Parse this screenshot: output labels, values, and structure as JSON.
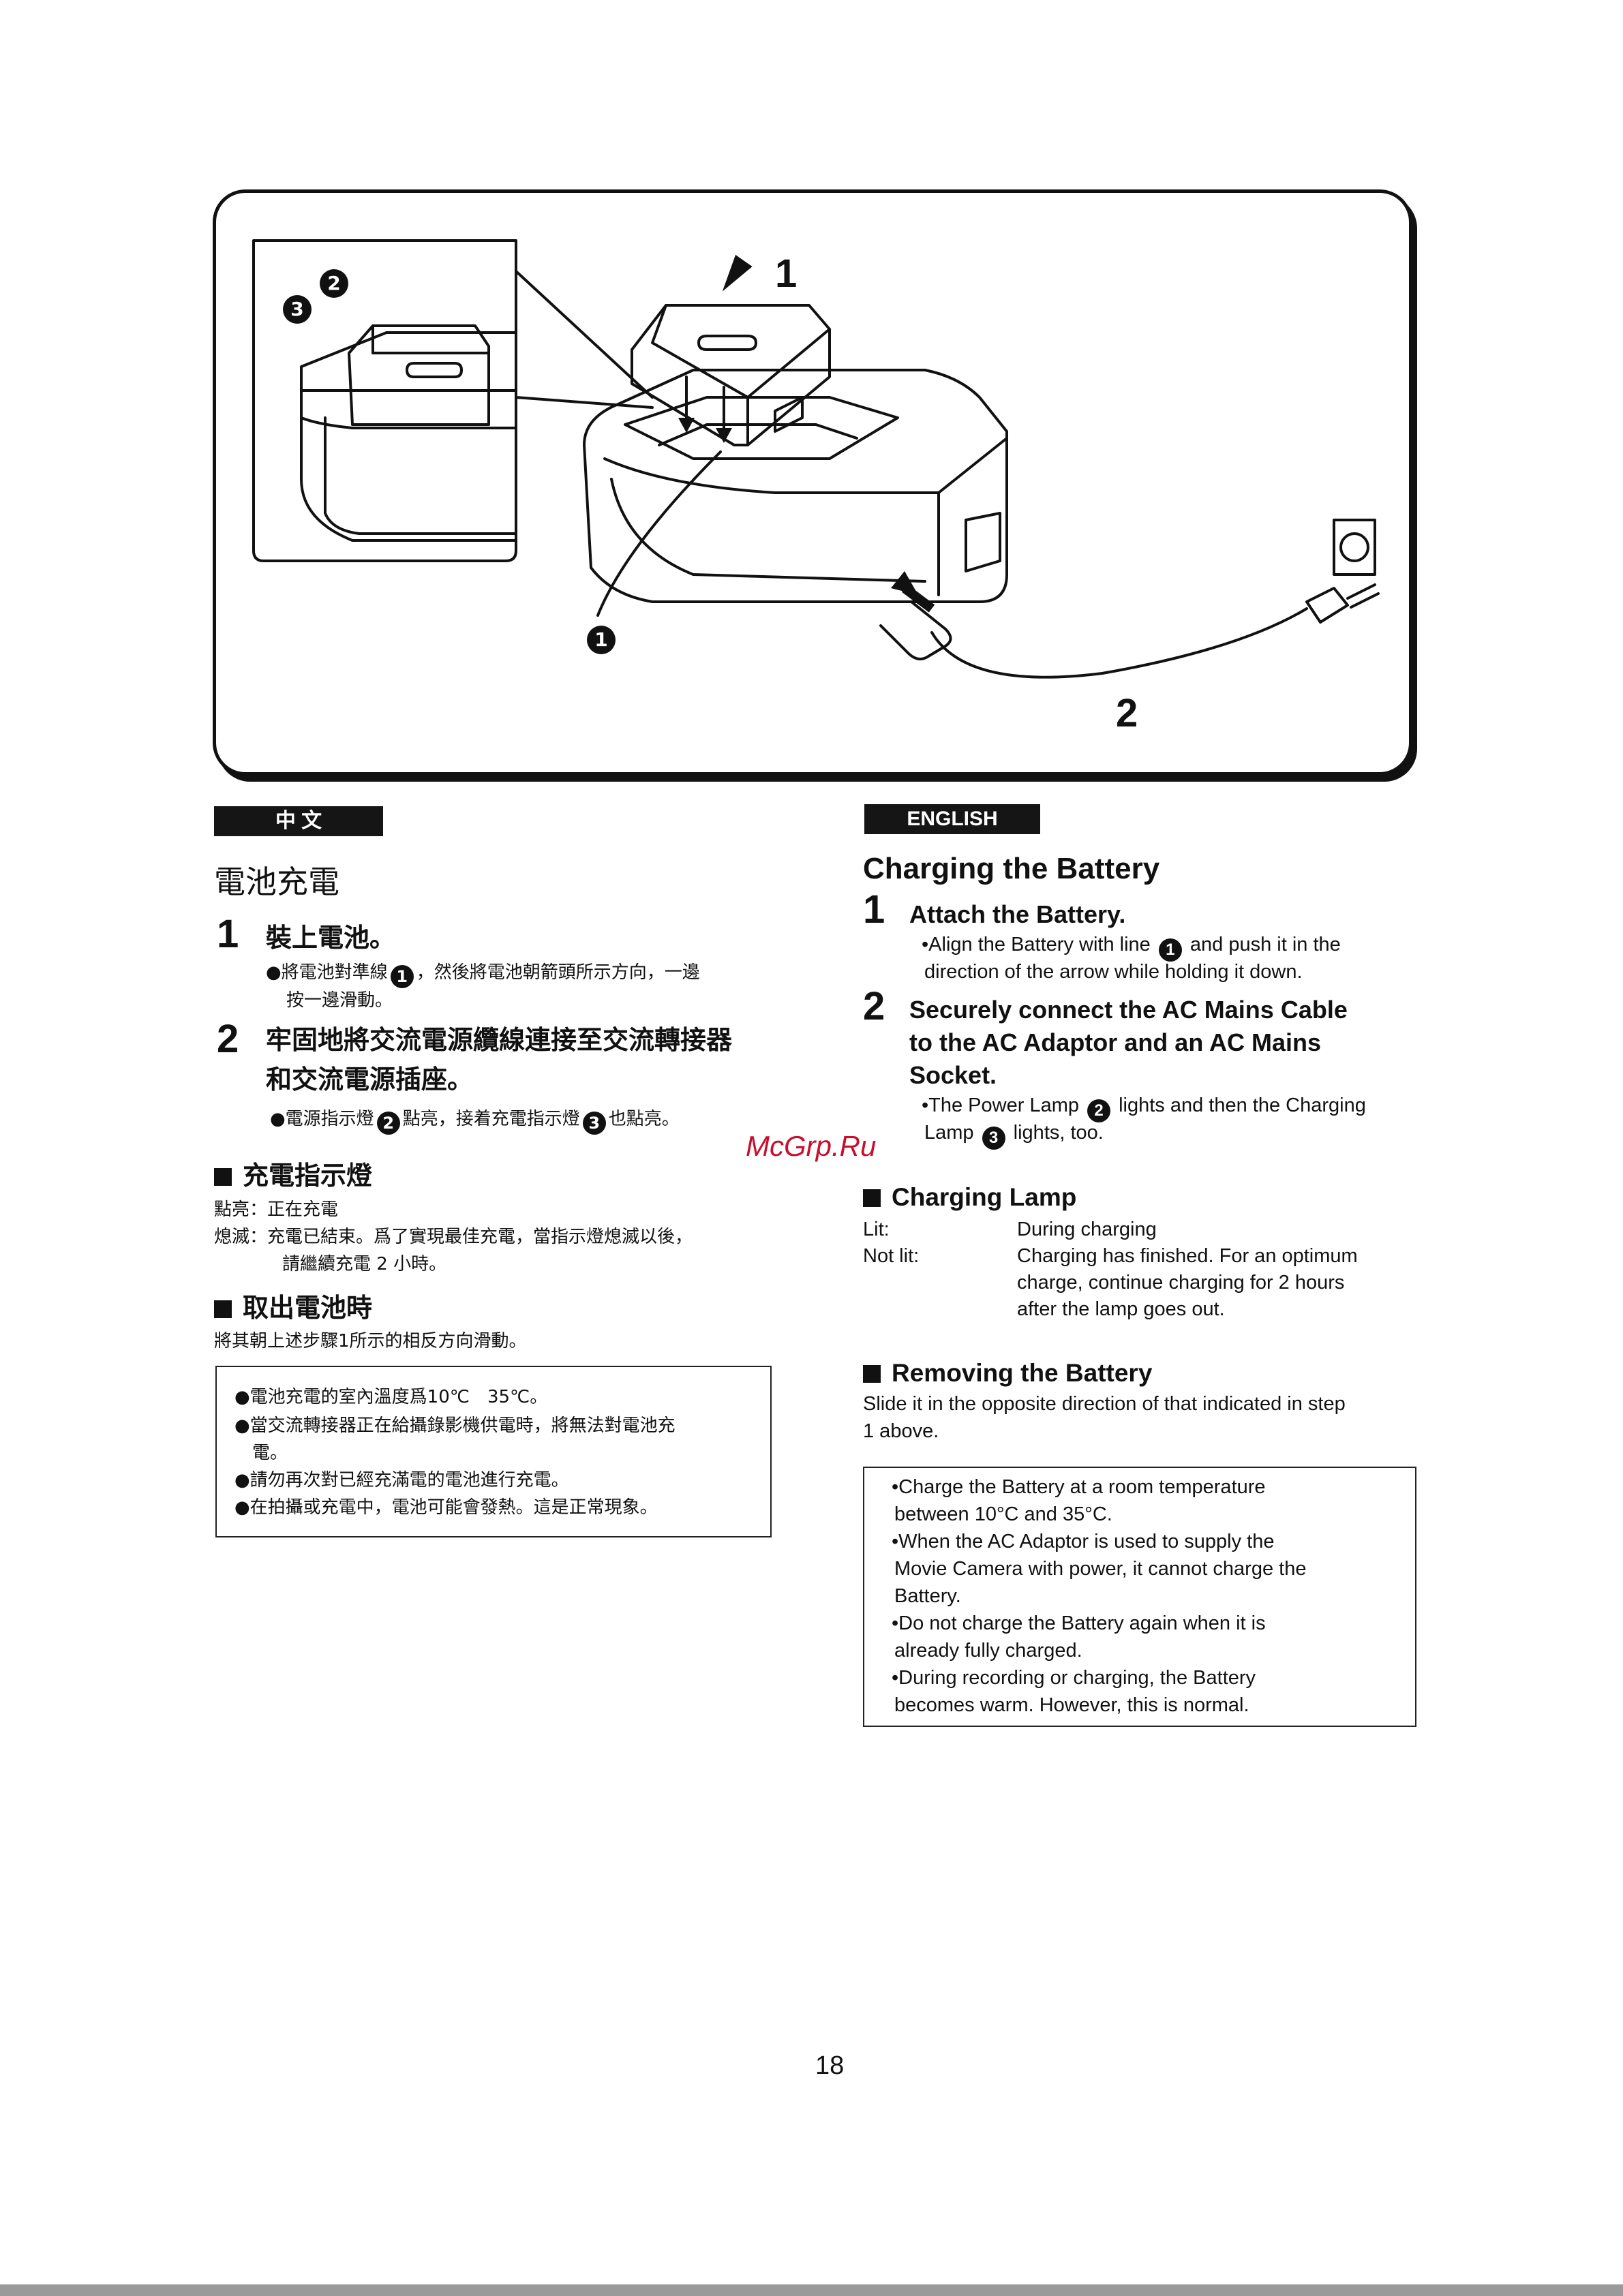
{
  "figure": {
    "callout_1": "1",
    "callout_2": "2",
    "marker_1": "1",
    "marker_2": "2",
    "marker_3": "3"
  },
  "chinese": {
    "tag": "中 文",
    "title": "電池充電",
    "step1_num": "1",
    "step1_head": "裝上電池。",
    "step1_body_a": "●將電池對準線",
    "step1_marker": "1",
    "step1_body_b": "，然後將電池朝箭頭所示方向，一邊",
    "step1_body_c": "按一邊滑動。",
    "step2_num": "2",
    "step2_head_a": "牢固地將交流電源纜線連接至交流轉接器",
    "step2_head_b": "和交流電源插座。",
    "step2_body_a": "●電源指示燈",
    "step2_marker_a": "2",
    "step2_body_b": "點亮，接着充電指示燈",
    "step2_marker_b": "3",
    "step2_body_c": "也點亮。",
    "lamp_head": "充電指示燈",
    "lamp_lit_label": "點亮：",
    "lamp_lit_text": "正在充電",
    "lamp_off_label": "熄滅：",
    "lamp_off_text_a": "充電已結束。爲了實現最佳充電，當指示燈熄滅以後，",
    "lamp_off_text_b": "請繼續充電 2 小時。",
    "remove_head": "取出電池時",
    "remove_text": "將其朝上述步驟1所示的相反方向滑動。",
    "notes": [
      "●電池充電的室內溫度爲10℃　35℃。",
      "●當交流轉接器正在給攝錄影機供電時，將無法對電池充",
      "　電。",
      "●請勿再次對已經充滿電的電池進行充電。",
      "●在拍攝或充電中，電池可能會發熱。這是正常現象。"
    ]
  },
  "english": {
    "tag": "ENGLISH",
    "title": "Charging the Battery",
    "step1_num": "1",
    "step1_head": "Attach the Battery.",
    "step1_body_a": "•Align the Battery with line",
    "step1_marker": "1",
    "step1_body_b": "and push it in the",
    "step1_body_c": "direction of the arrow while holding it down.",
    "step2_num": "2",
    "step2_head_a": "Securely connect the AC Mains Cable",
    "step2_head_b": "to the AC Adaptor and an AC Mains",
    "step2_head_c": "Socket.",
    "step2_body_a": "•The Power Lamp",
    "step2_marker_a": "2",
    "step2_body_b": "lights and then the Charging",
    "step2_body_c": "Lamp",
    "step2_marker_b": "3",
    "step2_body_d": "lights, too.",
    "lamp_head": "Charging Lamp",
    "lit_label": "Lit:",
    "lit_text": "During charging",
    "notlit_label": "Not lit:",
    "notlit_lines": [
      "Charging has finished. For an optimum",
      "charge, continue charging for 2 hours",
      "after the lamp goes out."
    ],
    "remove_head": "Removing the Battery",
    "remove_lines": [
      "Slide it in the opposite direction of that indicated in step",
      "1 above."
    ],
    "notes": [
      "•Charge the Battery at a room temperature",
      "between 10°C and 35°C.",
      "•When the AC Adaptor is used to supply the",
      "Movie Camera with power, it cannot charge the",
      "Battery.",
      "•Do not charge the Battery again when it is",
      "already fully charged.",
      "•During recording or charging, the Battery",
      "becomes warm. However, this is normal."
    ]
  },
  "watermark": "McGrp.Ru",
  "page_number": "18"
}
